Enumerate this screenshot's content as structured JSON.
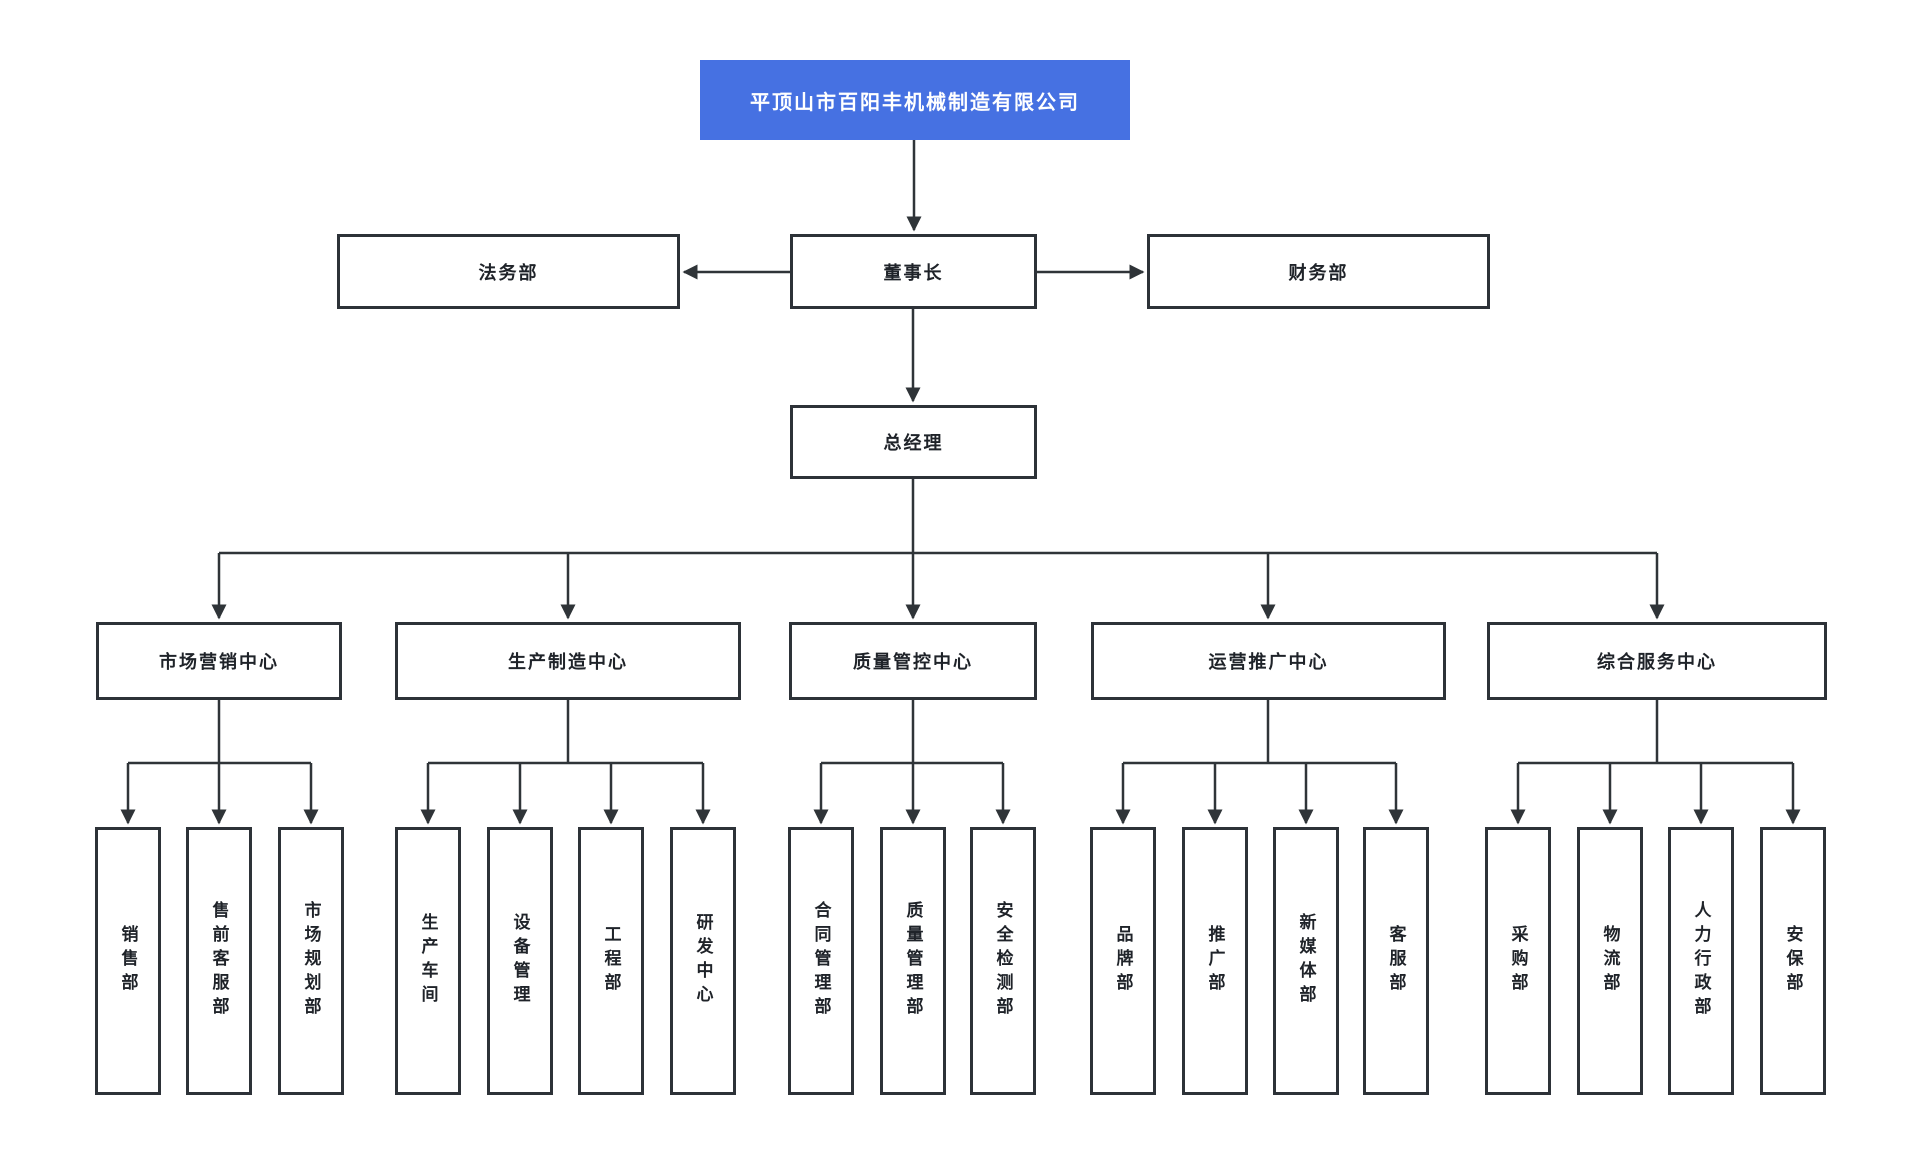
{
  "root": {
    "label": "平顶山市百阳丰机械制造有限公司"
  },
  "level2": {
    "legal": {
      "label": "法务部"
    },
    "chairman": {
      "label": "董事长"
    },
    "finance": {
      "label": "财务部"
    }
  },
  "level3": {
    "general_manager": {
      "label": "总经理"
    }
  },
  "centers": [
    {
      "label": "市场营销中心",
      "departments": [
        "销售部",
        "售前客服部",
        "市场规划部"
      ]
    },
    {
      "label": "生产制造中心",
      "departments": [
        "生产车间",
        "设备管理",
        "工程部",
        "研发中心"
      ]
    },
    {
      "label": "质量管控中心",
      "departments": [
        "合同管理部",
        "质量管理部",
        "安全检测部"
      ]
    },
    {
      "label": "运营推广中心",
      "departments": [
        "品牌部",
        "推广部",
        "新媒体部",
        "客服部"
      ]
    },
    {
      "label": "综合服务中心",
      "departments": [
        "采购部",
        "物流部",
        "人力行政部",
        "安保部"
      ]
    }
  ],
  "colors": {
    "root_bg": "#4671e2",
    "root_text": "#ffffff",
    "box_border": "#2d3238",
    "box_text": "#1f2329",
    "connector": "#2f3438",
    "canvas_bg": "#ffffff"
  }
}
